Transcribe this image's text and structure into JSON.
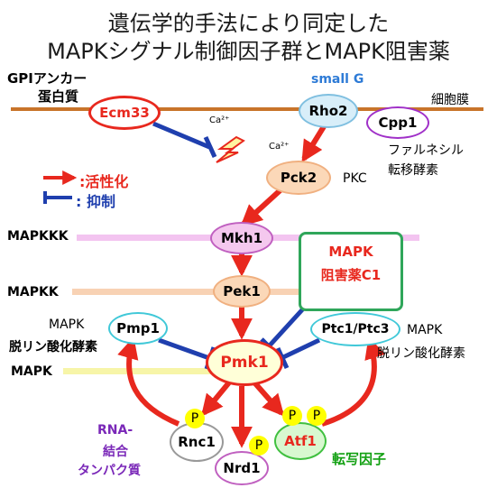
{
  "title": {
    "line1": "遺伝学的手法により同定した",
    "line2": "MAPKシグナル制御因子群とMAPK阻害薬"
  },
  "labels": {
    "gpi_line1": "GPIアンカー",
    "gpi_line2": "蛋白質",
    "small_g": "small G",
    "membrane": "細胞膜",
    "ca1": "Ca²⁺",
    "ca2": "Ca²⁺",
    "farnesyl_line1": "ファルネシル",
    "farnesyl_line2": "転移酵素",
    "pkc": "PKC",
    "legend_activate": ":活性化",
    "legend_inhibit": ":  抑制",
    "mapkkk": "MAPKKK",
    "mapkk": "MAPKK",
    "mapk": "MAPK",
    "inhibitor_line1": "MAPK",
    "inhibitor_line2": "阻害薬C1",
    "left_phos_line1": "MAPK",
    "left_phos_line2": "脱リン酸化酵素",
    "right_phos_line1": "MAPK",
    "right_phos_line2": "脱リン酸化酵素",
    "rna_line1": "RNA-",
    "rna_line2": "結合",
    "rna_line3": "タンパク質",
    "tf": "転写因子",
    "p": "P"
  },
  "nodes": {
    "ecm33": "Ecm33",
    "rho2": "Rho2",
    "cpp1": "Cpp1",
    "pck2": "Pck2",
    "mkh1": "Mkh1",
    "pek1": "Pek1",
    "pmp1": "Pmp1",
    "pmk1": "Pmk1",
    "ptc": "Ptc1/Ptc3",
    "rnc1": "Rnc1",
    "nrd1": "Nrd1",
    "atf1": "Atf1"
  },
  "colors": {
    "activation": "#e8281e",
    "inhibition": "#1f3fae",
    "membrane": "#c8742a",
    "inhibitor_box": "#2fa65a",
    "small_g": "#2e7bd6",
    "purple": "#7a28b8",
    "green_text": "#12a012"
  }
}
